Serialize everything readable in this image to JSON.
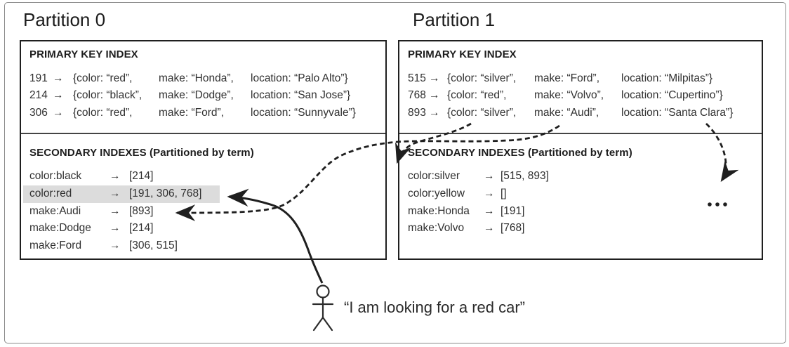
{
  "colors": {
    "ink": "#1f1f1f",
    "body_text": "#303030",
    "highlight": "#dcdcdc",
    "frame": "#8a8a8a"
  },
  "partitions": [
    {
      "title": "Partition 0",
      "primary": {
        "header": "PRIMARY KEY INDEX",
        "rows": [
          {
            "key": "191",
            "arrow": "→",
            "color": "{color: “red”,",
            "make": "make: “Honda”,",
            "location": "location: “Palo Alto”}"
          },
          {
            "key": "214",
            "arrow": "→",
            "color": "{color: “black”,",
            "make": "make: “Dodge”,",
            "location": "location: “San Jose”}"
          },
          {
            "key": "306",
            "arrow": "→",
            "color": "{color: “red”,",
            "make": "make: “Ford”,",
            "location": "location: “Sunnyvale”}"
          }
        ]
      },
      "secondary": {
        "header": "SECONDARY INDEXES (Partitioned by term)",
        "rows": [
          {
            "term": "color:black",
            "arrow": "→",
            "ids": "[214]"
          },
          {
            "term": "color:red",
            "arrow": "→",
            "ids": "[191, 306, 768]",
            "highlighted": true
          },
          {
            "term": "make:Audi",
            "arrow": "→",
            "ids": "[893]"
          },
          {
            "term": "make:Dodge",
            "arrow": "→",
            "ids": "[214]"
          },
          {
            "term": "make:Ford",
            "arrow": "→",
            "ids": "[306, 515]"
          }
        ]
      }
    },
    {
      "title": "Partition 1",
      "primary": {
        "header": "PRIMARY KEY INDEX",
        "rows": [
          {
            "key": "515",
            "arrow": "→",
            "color": "{color: “silver”,",
            "make": "make: “Ford”,",
            "location": "location: “Milpitas”}"
          },
          {
            "key": "768",
            "arrow": "→",
            "color": "{color: “red”,",
            "make": "make: “Volvo”,",
            "location": "location: “Cupertino”}"
          },
          {
            "key": "893",
            "arrow": "→",
            "color": "{color: “silver”,",
            "make": "make: “Audi”,",
            "location": "location: “Santa Clara”}"
          }
        ]
      },
      "secondary": {
        "header": "SECONDARY INDEXES (Partitioned by term)",
        "rows": [
          {
            "term": "color:silver",
            "arrow": "→",
            "ids": "[515, 893]"
          },
          {
            "term": "color:yellow",
            "arrow": "→",
            "ids": "[]"
          },
          {
            "term": "make:Honda",
            "arrow": "→",
            "ids": "[191]"
          },
          {
            "term": "make:Volvo",
            "arrow": "→",
            "ids": "[768]"
          }
        ]
      }
    }
  ],
  "user_quote": "“I am looking for a red car”",
  "highlighted_term": "color:red",
  "ellipsis_dots": "..."
}
